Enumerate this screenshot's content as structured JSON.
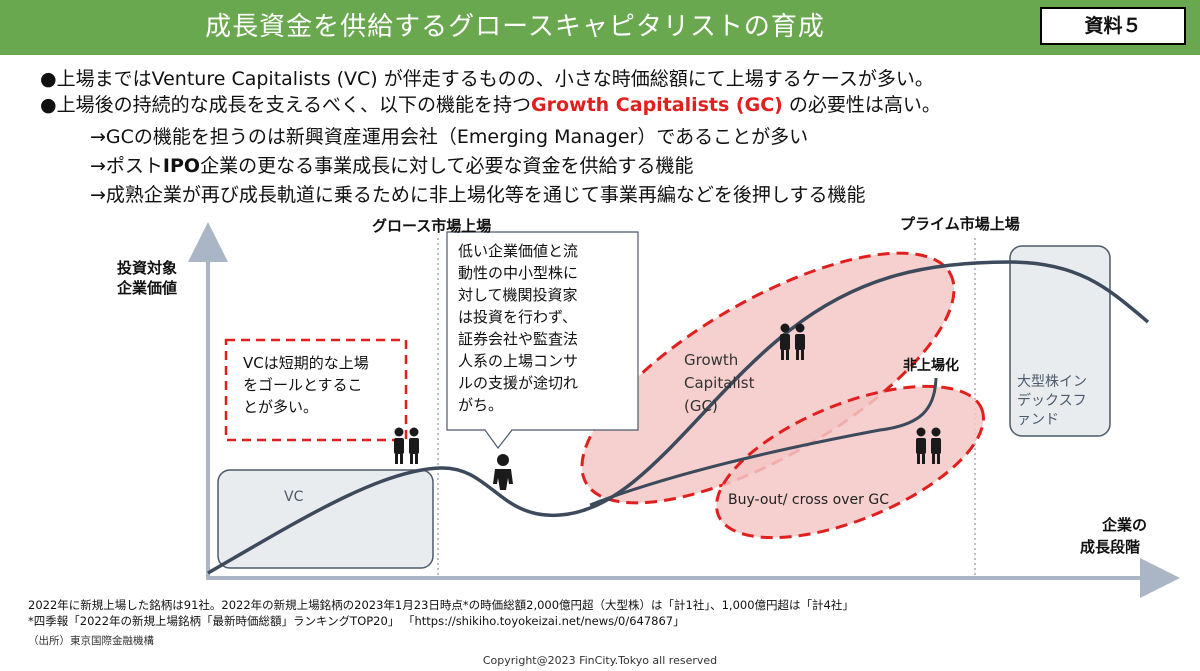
{
  "header": {
    "title": "成長資金を供給するグロースキャピタリストの育成",
    "badge": "資料５",
    "color": "#6aa84f"
  },
  "bullets": {
    "b1": "●上場まではVenture Capitalists (VC) が伴走するものの、小さな時価総額にて上場するケースが多い。",
    "b2_pre": "●上場後の持続的な成長を支えるべく、以下の機能を持つ",
    "b2_red": "Growth Capitalists (GC)",
    "b2_post": " の必要性は高い。",
    "s1": "→GCの機能を担うのは新興資産運用会社（Emerging Manager）であることが多い",
    "s2_pre": "→ポスト",
    "s2_bold": "IPO",
    "s2_post": "企業の更なる事業成長に対して必要な資金を供給する機能",
    "s3": "→成熟企業が再び成長軌道に乗るために非上場化等を通じて事業再編などを後押しする機能"
  },
  "diagram": {
    "y_axis_label_1": "投資対象",
    "y_axis_label_2": "企業価値",
    "x_axis_label_1": "企業の",
    "x_axis_label_2": "成長段階",
    "growth_listing": "グロース市場上場",
    "prime_listing": "プライム市場上場",
    "delisting": "非上場化",
    "vc_box": "VC",
    "vc_note": "VCは短期的な上場\nをゴールとするこ\nとが多い。",
    "callout": "低い企業価値と流\n動性の中小型株に\n対して機関投資家\nは投資を行わず、\n証券会社や監査法\n人系の上場コンサ\nルの支援が途切れ\nがち。",
    "gc_1": "Growth",
    "gc_2": "Capitalist",
    "gc_3": "(GC)",
    "buyout": "Buy-out/ cross over GC",
    "index_1": "大型株イン",
    "index_2": "デックスフ",
    "index_3": "ァンド",
    "accent_red": "#e0201e",
    "fill_pink": "#f4c7c7",
    "curve_color": "#3c4a5c"
  },
  "footer": {
    "line1": "2022年に新規上場した銘柄は91社。2022年の新規上場銘柄の2023年1月23日時点*の時価総額2,000億円超（大型株）は「計1社」、1,000億円超は「計4社」",
    "line2": "*四季報「2022年の新規上場銘柄「最新時価総額」ランキングTOP20」 「https://shikiho.toyokeizai.net/news/0/647867」",
    "source": "（出所）東京国際金融機構",
    "copyright": "Copyright@2023 FinCity.Tokyo all reserved"
  }
}
